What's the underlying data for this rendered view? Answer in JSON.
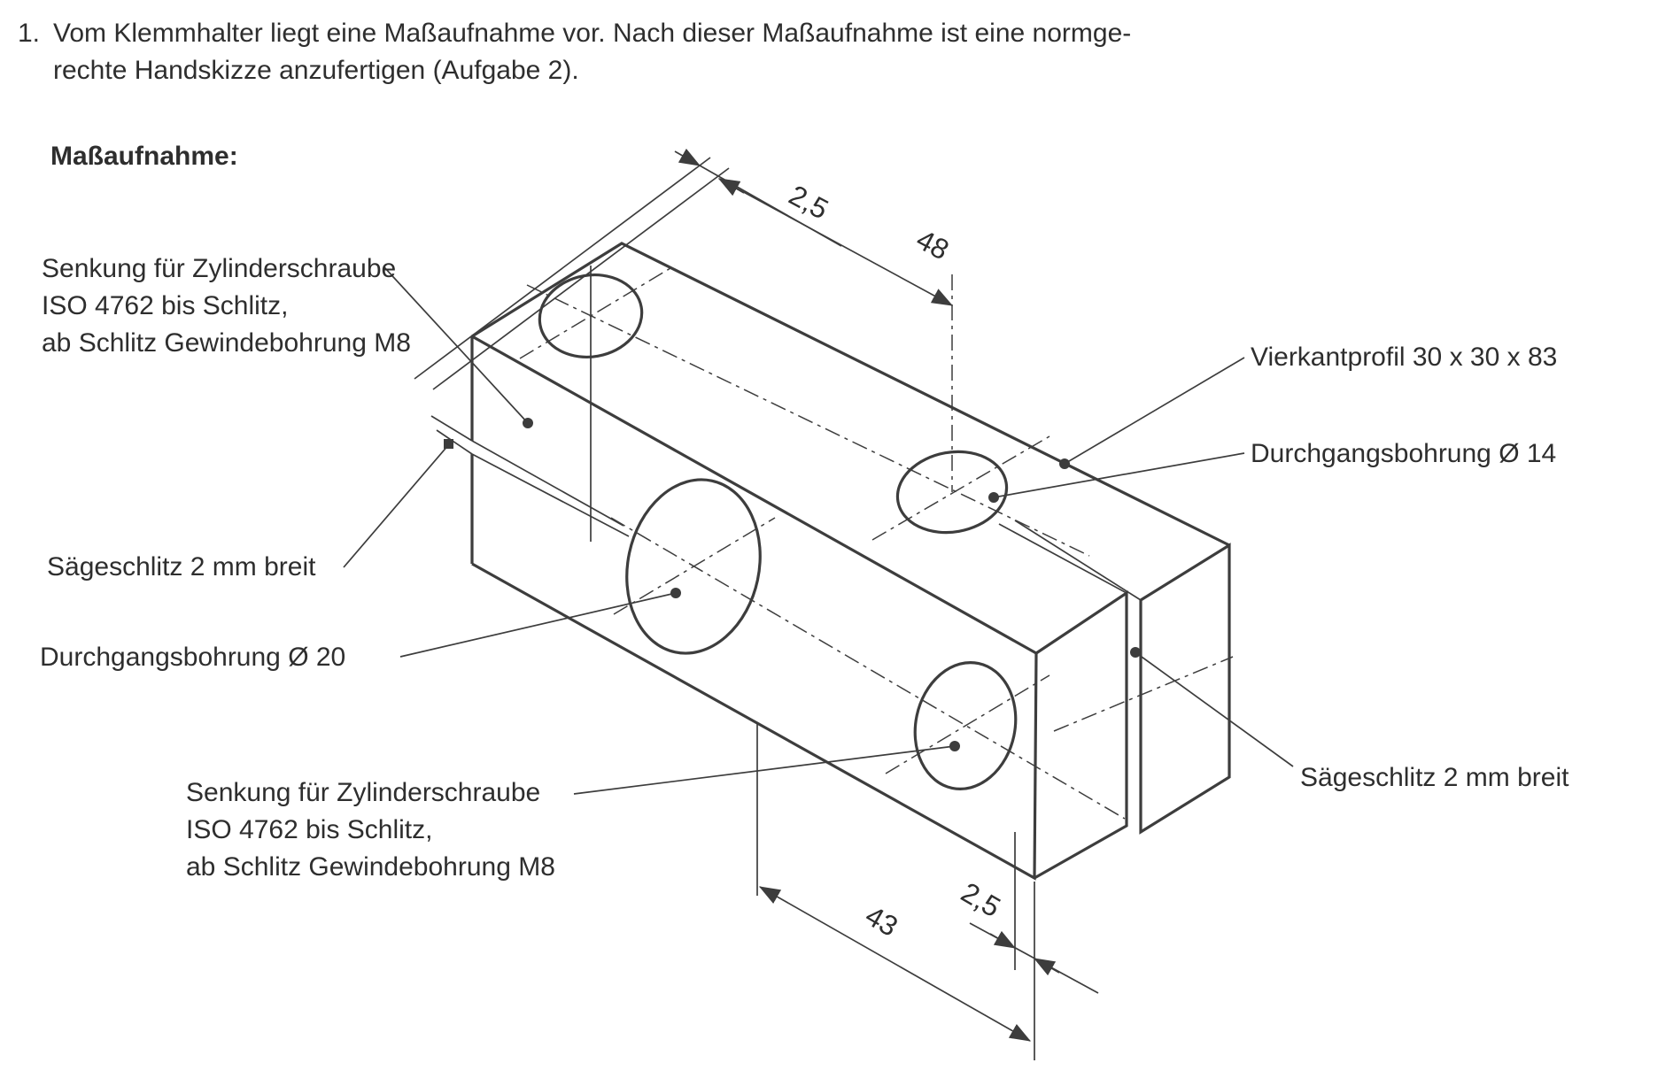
{
  "task": {
    "number": "1.",
    "line1": "Vom Klemmhalter liegt eine Maßaufnahme vor. Nach dieser Maßaufnahme ist eine normge-",
    "line2": "rechte Handskizze anzufertigen (Aufgabe 2)."
  },
  "section_title": "Maßaufnahme:",
  "annotations": {
    "senkung_top": {
      "line1": "Senkung für Zylinderschraube",
      "line2": "ISO 4762 bis Schlitz,",
      "line3": "ab Schlitz Gewindebohrung M8"
    },
    "saegeschlitz_left": "Sägeschlitz 2 mm breit",
    "bohrung20": "Durchgangsbohrung Ø 20",
    "senkung_bottom": {
      "line1": "Senkung für Zylinderschraube",
      "line2": "ISO 4762 bis Schlitz,",
      "line3": "ab Schlitz Gewindebohrung M8"
    },
    "vierkantprofil": "Vierkantprofil 30 x 30 x 83",
    "bohrung14": "Durchgangsbohrung Ø 14",
    "saegeschlitz_right": "Sägeschlitz 2 mm breit"
  },
  "dimensions": {
    "top_offset": "2,5",
    "top_length": "48",
    "bottom_length": "43",
    "bottom_offset": "2,5"
  },
  "part": {
    "profile": "Vierkantprofil 30 x 30 x 83",
    "bores": [
      "Ø 20",
      "Ø 14"
    ],
    "slit_width_mm": "2",
    "thread": "M8"
  },
  "colors": {
    "ink": "#3d3d3d",
    "background": "#ffffff"
  }
}
